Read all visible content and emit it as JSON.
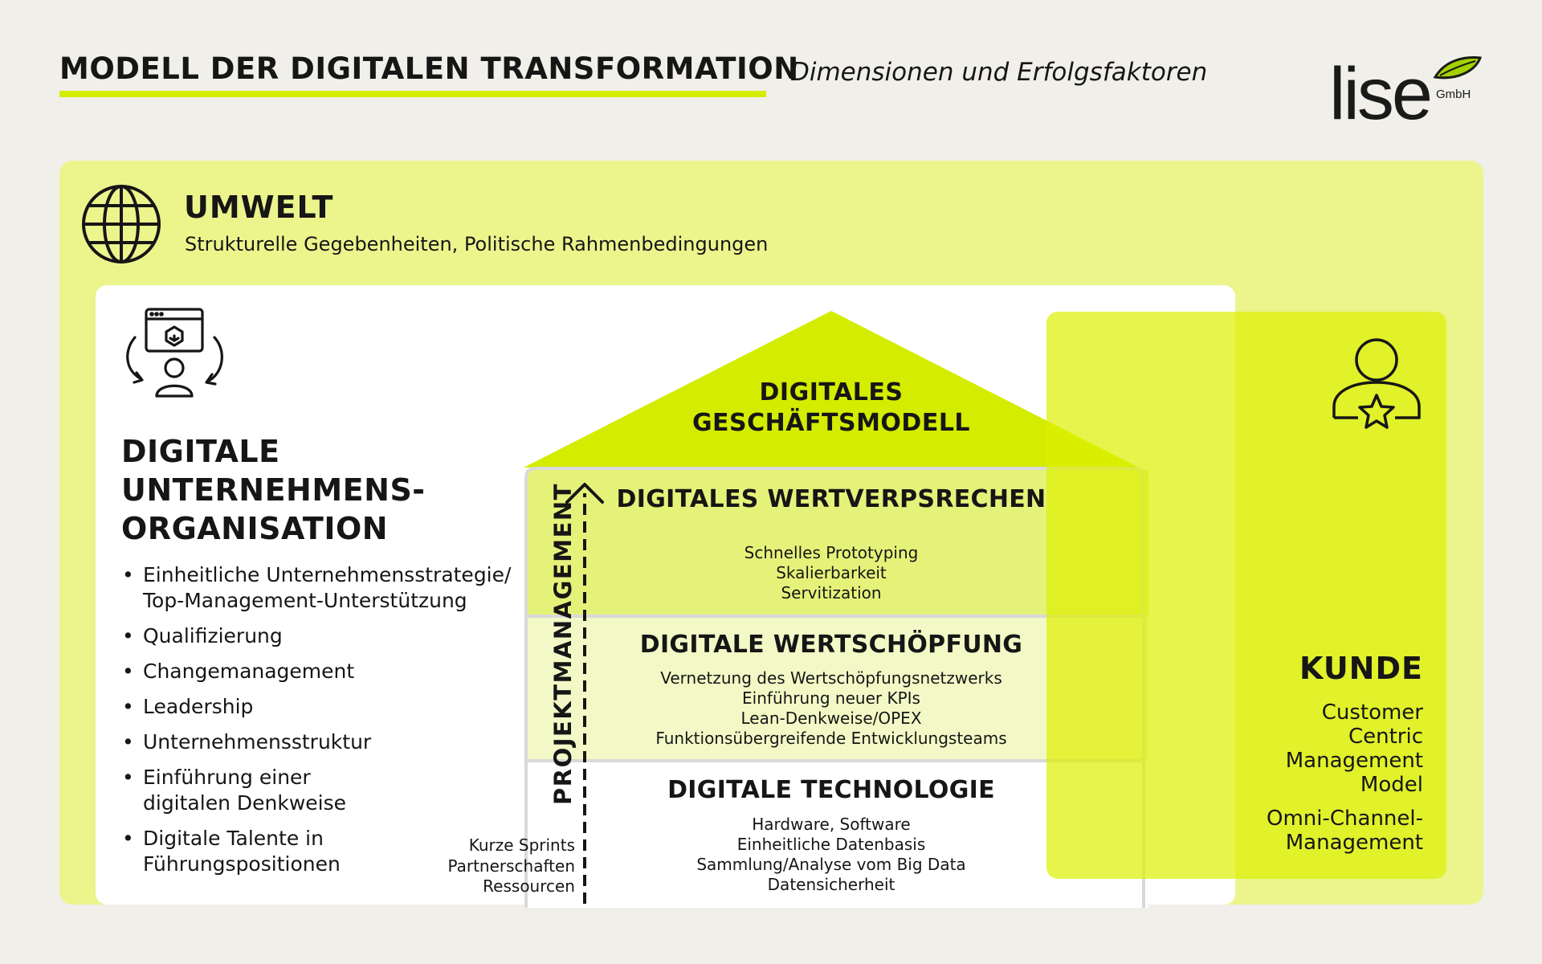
{
  "header": {
    "title": "MODELL DER DIGITALEN TRANSFORMATION",
    "subtitle": "Dimensionen und Erfolgsfaktoren",
    "logo_text": "lise",
    "logo_suffix": "GmbH"
  },
  "umwelt": {
    "title": "UMWELT",
    "text": "Strukturelle Gegebenheiten, Politische Rahmenbedingungen",
    "icon": "globe-icon"
  },
  "organisation": {
    "title_lines": [
      "DIGITALE",
      "UNTERNEHMENS-",
      "ORGANISATION"
    ],
    "icon": "digital-organisation-icon",
    "items": [
      [
        "Einheitliche Unternehmensstrategie/",
        "Top-Management-Unterstützung"
      ],
      [
        "Qualifizierung"
      ],
      [
        "Changemanagement"
      ],
      [
        "Leadership"
      ],
      [
        "Unternehmensstruktur"
      ],
      [
        "Einführung einer",
        "digitalen Denkweise"
      ],
      [
        "Digitale Talente in",
        "Führungspositionen"
      ]
    ]
  },
  "house": {
    "roof_lines": [
      "DIGITALES",
      "GESCHÄFTSMODELL"
    ],
    "bands": [
      {
        "title": "DIGITALES WERTVERPSRECHEN",
        "items": [
          "Schnelles Prototyping",
          "Skalierbarkeit",
          "Servitization"
        ]
      },
      {
        "title": "DIGITALE WERTSCHÖPFUNG",
        "items": [
          "Vernetzung des Wertschöpfungsnetzwerks",
          "Einführung neuer KPIs",
          "Lean-Denkweise/OPEX",
          "Funktionsübergreifende Entwicklungsteams"
        ]
      },
      {
        "title": "DIGITALE TECHNOLOGIE",
        "items": [
          "Hardware, Software",
          "Einheitliche Datenbasis",
          "Sammlung/Analyse vom Big Data",
          "Datensicherheit"
        ]
      }
    ]
  },
  "projektmanagement": {
    "label": "PROJEKTMANAGEMENT",
    "items": [
      "Kurze Sprints",
      "Partnerschaften",
      "Ressourcen"
    ]
  },
  "kunde": {
    "title": "KUNDE",
    "icon": "customer-star-icon",
    "p1_lines": [
      "Customer",
      "Centric",
      "Management",
      "Model"
    ],
    "p2_lines": [
      "Omni-Channel-",
      "Management"
    ]
  },
  "colors": {
    "accent": "#d4ec00",
    "environment": "#ebf58c",
    "customer": "#ddf000",
    "band_top": "#e5f27a",
    "band_mid": "#f3f9c6",
    "band_low": "#ffffff",
    "background": "#f1efe9"
  }
}
